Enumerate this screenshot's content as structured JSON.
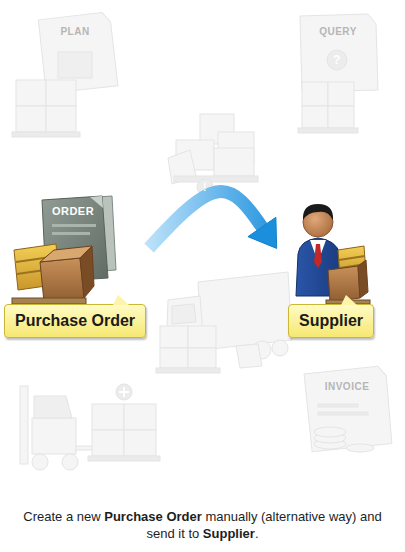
{
  "diagram": {
    "caption": "Create a new Purchase Order manually (alternative way) and send it to Supplier.",
    "nodes": [
      {
        "text": [
          "Purchase Order"
        ]
      },
      {
        "text": [
          "Supplier"
        ]
      }
    ],
    "edges": [
      {
        "from": 0,
        "to": 1,
        "arrow": "to"
      }
    ],
    "labels": [
      "PLAN",
      "QUERY",
      "?",
      "!",
      "ORDER",
      "INVOICE"
    ]
  }
}
